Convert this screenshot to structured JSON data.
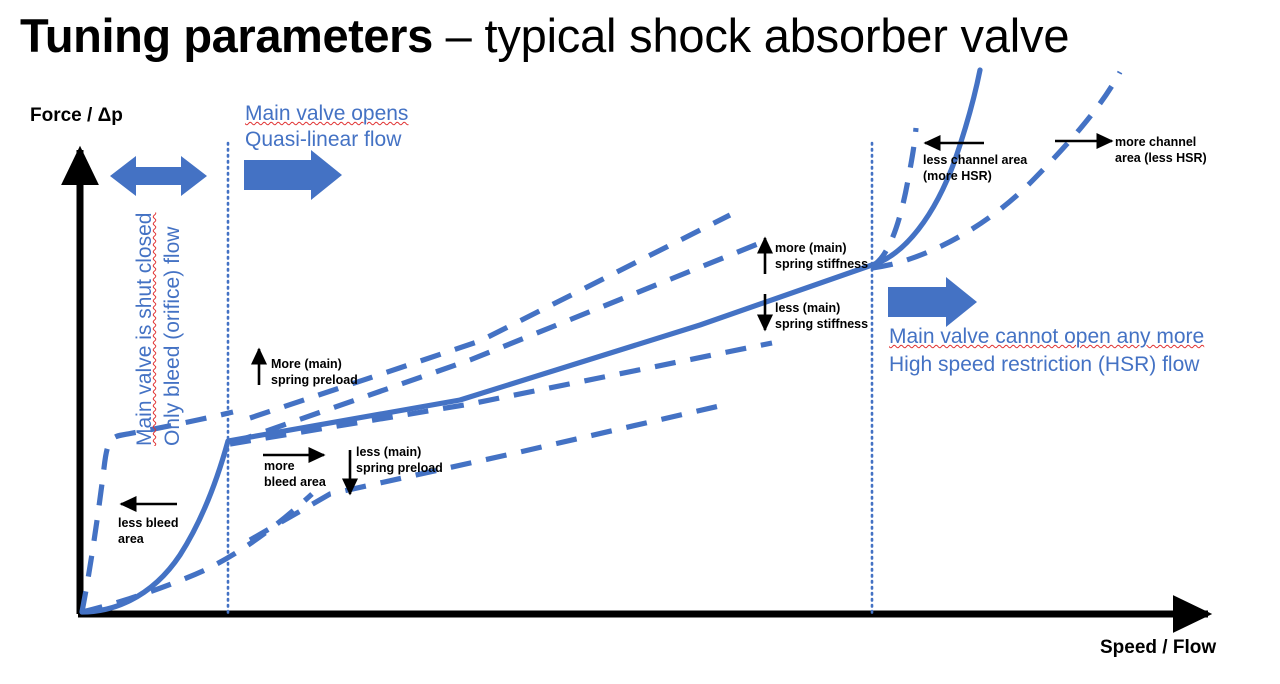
{
  "title": {
    "bold": "Tuning parameters",
    "light": " – typical shock absorber valve"
  },
  "axes": {
    "y_label": "Force / Δp",
    "x_label": "Speed / Flow"
  },
  "regions": {
    "left": {
      "line1": "Main valve is shut closed",
      "line2": "Only bleed (orifice) flow"
    },
    "middle": {
      "line1": "Main valve opens",
      "line2": "Quasi-linear flow"
    },
    "right": {
      "line1": "Main valve cannot open any more",
      "line2": "High speed restriction (HSR) flow"
    }
  },
  "annotations": {
    "less_bleed": "less bleed\narea",
    "more_bleed": "more\nbleed area",
    "less_preload": "less (main)\nspring preload",
    "more_preload": "More (main)\nspring preload",
    "more_stiffness": "more (main)\nspring stiffness",
    "less_stiffness": "less (main)\nspring stiffness",
    "less_channel": "less channel area\n(more HSR)",
    "more_channel": "more channel\narea (less HSR)"
  },
  "colors": {
    "accent_blue": "#4472C4",
    "text_blue": "#4A72C8",
    "axis_black": "#000000",
    "spell_red": "#E03030"
  },
  "chart_data": {
    "type": "line",
    "title": "Tuning parameters – typical shock absorber valve",
    "xlabel": "Speed / Flow",
    "ylabel": "Force / Δp",
    "grid": false,
    "legend": null,
    "regions": [
      {
        "name": "bleed (orifice) flow",
        "x_from": 0.0,
        "x_to": 0.19,
        "note": "Main valve is shut closed"
      },
      {
        "name": "quasi-linear flow",
        "x_from": 0.19,
        "x_to": 0.72,
        "note": "Main valve opens"
      },
      {
        "name": "high speed restriction",
        "x_from": 0.72,
        "x_to": 1.0,
        "note": "Main valve cannot open any more"
      }
    ],
    "dividers_x": [
      0.19,
      0.72
    ],
    "series": [
      {
        "name": "nominal",
        "style": "solid",
        "points": [
          [
            0.0,
            0.0
          ],
          [
            0.04,
            0.07
          ],
          [
            0.09,
            0.17
          ],
          [
            0.14,
            0.28
          ],
          [
            0.17,
            0.37
          ],
          [
            0.19,
            0.44
          ],
          [
            0.3,
            0.5
          ],
          [
            0.45,
            0.57
          ],
          [
            0.6,
            0.64
          ],
          [
            0.72,
            0.7
          ],
          [
            0.8,
            0.77
          ],
          [
            0.87,
            0.88
          ],
          [
            0.92,
            1.0
          ]
        ]
      },
      {
        "name": "less bleed area",
        "style": "dashed",
        "points": [
          [
            0.0,
            0.0
          ],
          [
            0.02,
            0.2
          ],
          [
            0.03,
            0.42
          ],
          [
            0.05,
            0.58
          ],
          [
            0.1,
            0.66
          ],
          [
            0.19,
            0.7
          ]
        ]
      },
      {
        "name": "more bleed area",
        "style": "dashed",
        "points": [
          [
            0.0,
            0.0
          ],
          [
            0.06,
            0.06
          ],
          [
            0.13,
            0.11
          ],
          [
            0.19,
            0.16
          ],
          [
            0.26,
            0.22
          ]
        ]
      },
      {
        "name": "more (main) spring preload",
        "style": "dashed",
        "points": [
          [
            0.19,
            0.44
          ],
          [
            0.4,
            0.6
          ],
          [
            0.62,
            0.77
          ]
        ]
      },
      {
        "name": "more (main) spring stiffness",
        "style": "dashed",
        "points": [
          [
            0.19,
            0.4
          ],
          [
            0.45,
            0.58
          ],
          [
            0.7,
            0.75
          ]
        ]
      },
      {
        "name": "less (main) spring stiffness",
        "style": "dashed",
        "points": [
          [
            0.19,
            0.42
          ],
          [
            0.45,
            0.52
          ],
          [
            0.7,
            0.62
          ]
        ]
      },
      {
        "name": "less (main) spring preload",
        "style": "dashed",
        "points": [
          [
            0.13,
            0.11
          ],
          [
            0.3,
            0.26
          ],
          [
            0.5,
            0.38
          ],
          [
            0.62,
            0.46
          ]
        ]
      },
      {
        "name": "less channel area (more HSR)",
        "style": "dashed",
        "points": [
          [
            0.72,
            0.7
          ],
          [
            0.75,
            0.8
          ],
          [
            0.77,
            0.92
          ],
          [
            0.78,
            1.05
          ]
        ]
      },
      {
        "name": "more channel area (less HSR)",
        "style": "dashed",
        "points": [
          [
            0.72,
            0.7
          ],
          [
            0.82,
            0.76
          ],
          [
            0.91,
            0.88
          ],
          [
            0.97,
            1.05
          ]
        ]
      }
    ]
  }
}
